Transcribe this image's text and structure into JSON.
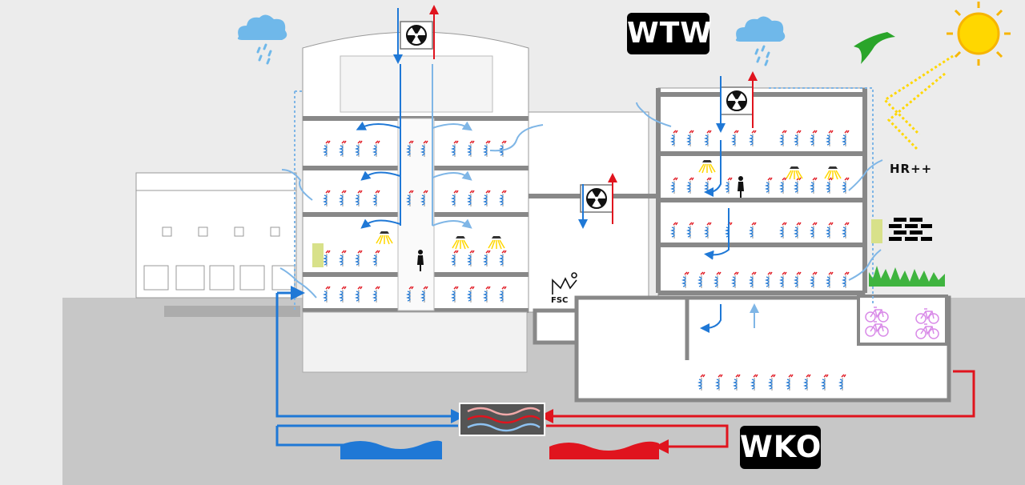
{
  "labels": {
    "wtw": "WTW",
    "wko": "WKO",
    "hr": "HR++",
    "fsc": "FSC"
  },
  "colors": {
    "warm": "#e0141e",
    "cold": "#1f78d6",
    "light_cold": "#7fb6e6",
    "sun": "#ffd700",
    "grass": "#3fb43f",
    "bird": "#2aa52a",
    "bike": "#d98be8",
    "ground": "#c7c7c7",
    "cloud": "#6fb8ea"
  },
  "icons": [
    "cloud-rain-icon",
    "sun-icon",
    "swallow-icon",
    "fan-icon",
    "person-icon",
    "bicycle-icon",
    "brick-wall-icon",
    "insulation-icon",
    "green-roof-icon",
    "heat-exchanger-icon",
    "lamp-icon",
    "radiator-icon",
    "fsc-logo-icon"
  ]
}
